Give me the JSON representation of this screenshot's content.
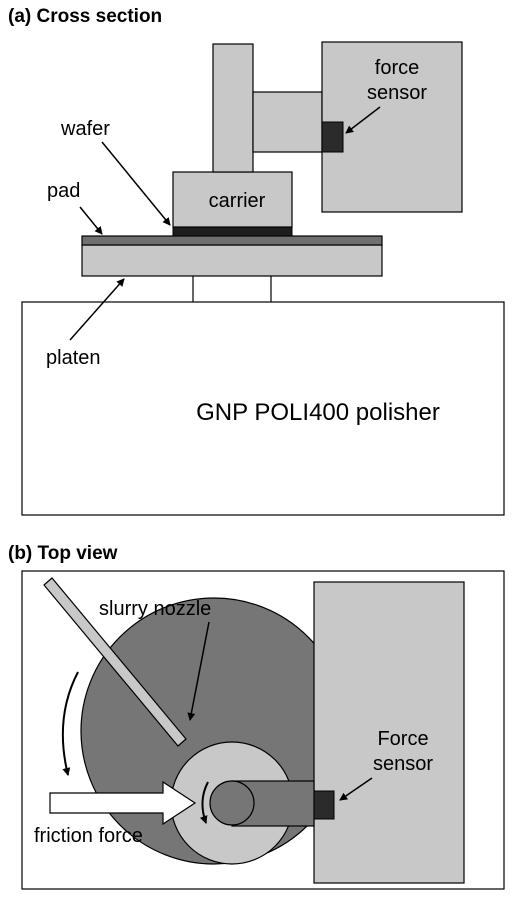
{
  "cross_section": {
    "title": "(a) Cross section",
    "labels": {
      "force_sensor_line1": "force",
      "force_sensor_line2": "sensor",
      "wafer": "wafer",
      "carrier": "carrier",
      "pad": "pad",
      "platen": "platen",
      "polisher": "GNP POLI400 polisher"
    }
  },
  "top_view": {
    "title": "(b) Top view",
    "labels": {
      "slurry_nozzle": "slurry nozzle",
      "force_sensor_line1": "Force",
      "force_sensor_line2": "sensor",
      "friction_force": "friction force"
    }
  },
  "colors": {
    "light_gray": "#c8c8c8",
    "pad_dark": "#6f6f6f",
    "platen_dark": "#767676",
    "wafer_black": "#1e1e1e",
    "outline": "#000000"
  }
}
